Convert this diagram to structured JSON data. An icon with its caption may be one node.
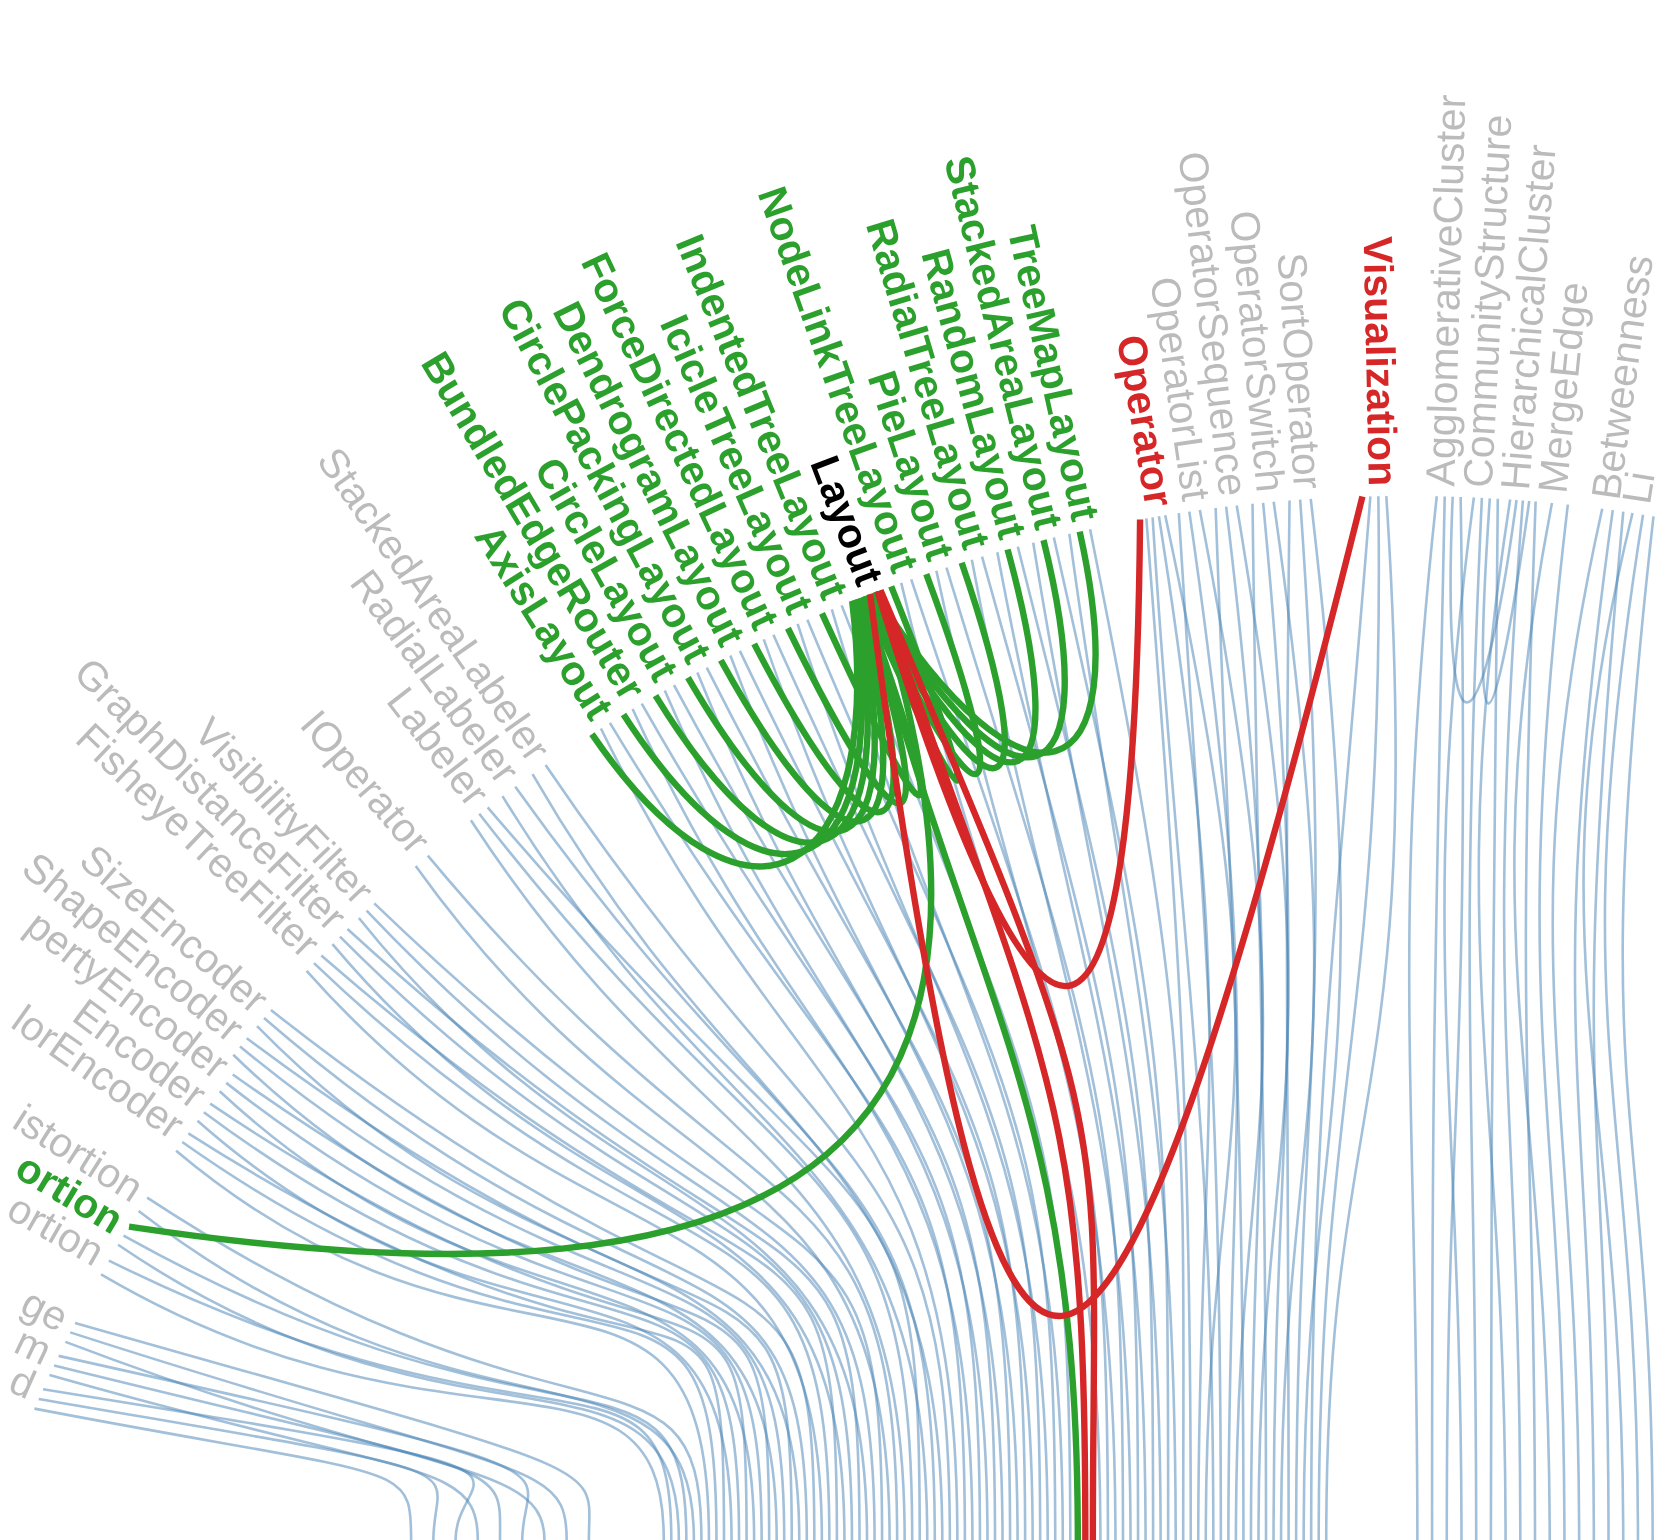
{
  "diagram": {
    "nodes": [
      {
        "text": [
          "d"
        ]
      },
      {
        "text": [
          "m"
        ]
      },
      {
        "text": [
          "ge"
        ]
      },
      {
        "text": [
          "ortion"
        ]
      },
      {
        "text": [
          "ortion"
        ]
      },
      {
        "text": [
          "istortion"
        ]
      },
      {
        "text": [
          "lorEncoder"
        ]
      },
      {
        "text": [
          "Encoder"
        ]
      },
      {
        "text": [
          "pertyEncoder"
        ]
      },
      {
        "text": [
          "ShapeEncoder"
        ]
      },
      {
        "text": [
          "SizeEncoder"
        ]
      },
      {
        "text": [
          "FisheyeTreeFilter"
        ]
      },
      {
        "text": [
          "GraphDistanceFilter"
        ]
      },
      {
        "text": [
          "VisibilityFilter"
        ]
      },
      {
        "text": [
          "IOperator"
        ]
      },
      {
        "text": [
          "Labeler"
        ]
      },
      {
        "text": [
          "RadialLabeler"
        ]
      },
      {
        "text": [
          "StackedAreaLabeler"
        ]
      },
      {
        "text": [
          "AxisLayout"
        ]
      },
      {
        "text": [
          "BundledEdgeRouter"
        ]
      },
      {
        "text": [
          "CircleLayout"
        ]
      },
      {
        "text": [
          "CirclePackingLayout"
        ]
      },
      {
        "text": [
          "DendrogramLayout"
        ]
      },
      {
        "text": [
          "ForceDirectedLayout"
        ]
      },
      {
        "text": [
          "IcicleTreeLayout"
        ]
      },
      {
        "text": [
          "IndentedTreeLayout"
        ]
      },
      {
        "text": [
          "Layout"
        ]
      },
      {
        "text": [
          "NodeLinkTreeLayout"
        ]
      },
      {
        "text": [
          "PieLayout"
        ]
      },
      {
        "text": [
          "RadialTreeLayout"
        ]
      },
      {
        "text": [
          "RandomLayout"
        ]
      },
      {
        "text": [
          "StackedAreaLayout"
        ]
      },
      {
        "text": [
          "TreeMapLayout"
        ]
      },
      {
        "text": [
          "Operator"
        ]
      },
      {
        "text": [
          "OperatorList"
        ]
      },
      {
        "text": [
          "OperatorSequence"
        ]
      },
      {
        "text": [
          "OperatorSwitch"
        ]
      },
      {
        "text": [
          "SortOperator"
        ]
      },
      {
        "text": [
          "Visualization"
        ]
      },
      {
        "text": [
          "AgglomerativeCluster"
        ]
      },
      {
        "text": [
          "CommunityStructure"
        ]
      },
      {
        "text": [
          "HierarchicalCluster"
        ]
      },
      {
        "text": [
          "MergeEdge"
        ]
      },
      {
        "text": [
          "Betweenness"
        ]
      },
      {
        "text": [
          "Li"
        ]
      }
    ],
    "edges": [
      {
        "from": 0,
        "to": null,
        "arrow": "none"
      },
      {
        "from": 0,
        "to": null,
        "arrow": "none"
      },
      {
        "from": 0,
        "to": null,
        "arrow": "none"
      },
      {
        "from": 1,
        "to": null,
        "arrow": "none"
      },
      {
        "from": 1,
        "to": null,
        "arrow": "none"
      },
      {
        "from": 1,
        "to": null,
        "arrow": "none"
      },
      {
        "from": 2,
        "to": null,
        "arrow": "none"
      },
      {
        "from": 2,
        "to": null,
        "arrow": "none"
      },
      {
        "from": 2,
        "to": null,
        "arrow": "none"
      },
      {
        "from": 3,
        "to": null,
        "arrow": "none"
      },
      {
        "from": 3,
        "to": null,
        "arrow": "none"
      },
      {
        "from": 4,
        "to": null,
        "arrow": "none"
      },
      {
        "from": 4,
        "to": null,
        "arrow": "none"
      },
      {
        "from": 5,
        "to": null,
        "arrow": "none"
      },
      {
        "from": 5,
        "to": null,
        "arrow": "none"
      },
      {
        "from": 6,
        "to": null,
        "arrow": "none"
      },
      {
        "from": 6,
        "to": null,
        "arrow": "none"
      },
      {
        "from": 6,
        "to": null,
        "arrow": "none"
      },
      {
        "from": 7,
        "to": null,
        "arrow": "none"
      },
      {
        "from": 7,
        "to": null,
        "arrow": "none"
      },
      {
        "from": 7,
        "to": null,
        "arrow": "none"
      },
      {
        "from": 8,
        "to": null,
        "arrow": "none"
      },
      {
        "from": 8,
        "to": null,
        "arrow": "none"
      },
      {
        "from": 8,
        "to": null,
        "arrow": "none"
      },
      {
        "from": 9,
        "to": null,
        "arrow": "none"
      },
      {
        "from": 9,
        "to": null,
        "arrow": "none"
      },
      {
        "from": 9,
        "to": null,
        "arrow": "none"
      },
      {
        "from": 10,
        "to": null,
        "arrow": "none"
      },
      {
        "from": 10,
        "to": null,
        "arrow": "none"
      },
      {
        "from": 10,
        "to": null,
        "arrow": "none"
      },
      {
        "from": 11,
        "to": null,
        "arrow": "none"
      },
      {
        "from": 11,
        "to": null,
        "arrow": "none"
      },
      {
        "from": 11,
        "to": null,
        "arrow": "none"
      },
      {
        "from": 12,
        "to": null,
        "arrow": "none"
      },
      {
        "from": 12,
        "to": null,
        "arrow": "none"
      },
      {
        "from": 12,
        "to": null,
        "arrow": "none"
      },
      {
        "from": 13,
        "to": null,
        "arrow": "none"
      },
      {
        "from": 13,
        "to": null,
        "arrow": "none"
      },
      {
        "from": 13,
        "to": null,
        "arrow": "none"
      },
      {
        "from": 14,
        "to": null,
        "arrow": "none"
      },
      {
        "from": 14,
        "to": null,
        "arrow": "none"
      },
      {
        "from": 15,
        "to": null,
        "arrow": "none"
      },
      {
        "from": 15,
        "to": null,
        "arrow": "none"
      },
      {
        "from": 15,
        "to": null,
        "arrow": "none"
      },
      {
        "from": 16,
        "to": null,
        "arrow": "none"
      },
      {
        "from": 16,
        "to": null,
        "arrow": "none"
      },
      {
        "from": 17,
        "to": null,
        "arrow": "none"
      },
      {
        "from": 17,
        "to": null,
        "arrow": "none"
      },
      {
        "from": 18,
        "to": null,
        "arrow": "none"
      },
      {
        "from": 18,
        "to": null,
        "arrow": "none"
      },
      {
        "from": 19,
        "to": null,
        "arrow": "none"
      },
      {
        "from": 19,
        "to": null,
        "arrow": "none"
      },
      {
        "from": 20,
        "to": null,
        "arrow": "none"
      },
      {
        "from": 20,
        "to": null,
        "arrow": "none"
      },
      {
        "from": 21,
        "to": null,
        "arrow": "none"
      },
      {
        "from": 21,
        "to": null,
        "arrow": "none"
      },
      {
        "from": 22,
        "to": null,
        "arrow": "none"
      },
      {
        "from": 22,
        "to": null,
        "arrow": "none"
      },
      {
        "from": 23,
        "to": null,
        "arrow": "none"
      },
      {
        "from": 23,
        "to": null,
        "arrow": "none"
      },
      {
        "from": 24,
        "to": null,
        "arrow": "none"
      },
      {
        "from": 24,
        "to": null,
        "arrow": "none"
      },
      {
        "from": 25,
        "to": null,
        "arrow": "none"
      },
      {
        "from": 25,
        "to": null,
        "arrow": "none"
      },
      {
        "from": 27,
        "to": null,
        "arrow": "none"
      },
      {
        "from": 27,
        "to": null,
        "arrow": "none"
      },
      {
        "from": 28,
        "to": null,
        "arrow": "none"
      },
      {
        "from": 28,
        "to": null,
        "arrow": "none"
      },
      {
        "from": 29,
        "to": null,
        "arrow": "none"
      },
      {
        "from": 29,
        "to": null,
        "arrow": "none"
      },
      {
        "from": 30,
        "to": null,
        "arrow": "none"
      },
      {
        "from": 30,
        "to": null,
        "arrow": "none"
      },
      {
        "from": 31,
        "to": null,
        "arrow": "none"
      },
      {
        "from": 31,
        "to": null,
        "arrow": "none"
      },
      {
        "from": 32,
        "to": null,
        "arrow": "none"
      },
      {
        "from": 32,
        "to": null,
        "arrow": "none"
      },
      {
        "from": 33,
        "to": null,
        "arrow": "none"
      },
      {
        "from": 33,
        "to": null,
        "arrow": "none"
      },
      {
        "from": 33,
        "to": null,
        "arrow": "none"
      },
      {
        "from": 33,
        "to": null,
        "arrow": "none"
      },
      {
        "from": 34,
        "to": null,
        "arrow": "none"
      },
      {
        "from": 34,
        "to": null,
        "arrow": "none"
      },
      {
        "from": 34,
        "to": null,
        "arrow": "none"
      },
      {
        "from": 35,
        "to": null,
        "arrow": "none"
      },
      {
        "from": 35,
        "to": null,
        "arrow": "none"
      },
      {
        "from": 35,
        "to": null,
        "arrow": "none"
      },
      {
        "from": 36,
        "to": null,
        "arrow": "none"
      },
      {
        "from": 36,
        "to": null,
        "arrow": "none"
      },
      {
        "from": 36,
        "to": null,
        "arrow": "none"
      },
      {
        "from": 37,
        "to": null,
        "arrow": "none"
      },
      {
        "from": 37,
        "to": null,
        "arrow": "none"
      },
      {
        "from": 37,
        "to": null,
        "arrow": "none"
      },
      {
        "from": 38,
        "to": null,
        "arrow": "none"
      },
      {
        "from": 38,
        "to": null,
        "arrow": "none"
      },
      {
        "from": 38,
        "to": null,
        "arrow": "none"
      },
      {
        "from": 39,
        "to": null,
        "arrow": "none"
      },
      {
        "from": 39,
        "to": null,
        "arrow": "none"
      },
      {
        "from": 39,
        "to": null,
        "arrow": "none"
      },
      {
        "from": 40,
        "to": null,
        "arrow": "none"
      },
      {
        "from": 40,
        "to": null,
        "arrow": "none"
      },
      {
        "from": 40,
        "to": null,
        "arrow": "none"
      },
      {
        "from": 41,
        "to": null,
        "arrow": "none"
      },
      {
        "from": 41,
        "to": null,
        "arrow": "none"
      },
      {
        "from": 41,
        "to": null,
        "arrow": "none"
      },
      {
        "from": 42,
        "to": null,
        "arrow": "none"
      },
      {
        "from": 42,
        "to": null,
        "arrow": "none"
      },
      {
        "from": 43,
        "to": null,
        "arrow": "none"
      },
      {
        "from": 43,
        "to": null,
        "arrow": "none"
      },
      {
        "from": 43,
        "to": null,
        "arrow": "none"
      },
      {
        "from": 44,
        "to": null,
        "arrow": "none"
      },
      {
        "from": 44,
        "to": null,
        "arrow": "none"
      },
      {
        "from": 44,
        "to": null,
        "arrow": "none"
      },
      {
        "from": 39,
        "to": 41,
        "arrow": "none"
      },
      {
        "from": 40,
        "to": 41,
        "arrow": "none"
      },
      {
        "from": 18,
        "to": 26,
        "arrow": "none",
        "style": "thick",
        "color": "#2ca02c"
      },
      {
        "from": 19,
        "to": 26,
        "arrow": "none",
        "style": "thick",
        "color": "#2ca02c"
      },
      {
        "from": 20,
        "to": 26,
        "arrow": "none",
        "style": "thick",
        "color": "#2ca02c"
      },
      {
        "from": 21,
        "to": 26,
        "arrow": "none",
        "style": "thick",
        "color": "#2ca02c"
      },
      {
        "from": 22,
        "to": 26,
        "arrow": "none",
        "style": "thick",
        "color": "#2ca02c"
      },
      {
        "from": 23,
        "to": 26,
        "arrow": "none",
        "style": "thick",
        "color": "#2ca02c"
      },
      {
        "from": 24,
        "to": 26,
        "arrow": "none",
        "style": "thick",
        "color": "#2ca02c"
      },
      {
        "from": 25,
        "to": 26,
        "arrow": "none",
        "style": "thick",
        "color": "#2ca02c"
      },
      {
        "from": 27,
        "to": 26,
        "arrow": "none",
        "style": "thick",
        "color": "#2ca02c"
      },
      {
        "from": 28,
        "to": 26,
        "arrow": "none",
        "style": "thick",
        "color": "#2ca02c"
      },
      {
        "from": 29,
        "to": 26,
        "arrow": "none",
        "style": "thick",
        "color": "#2ca02c"
      },
      {
        "from": 30,
        "to": 26,
        "arrow": "none",
        "style": "thick",
        "color": "#2ca02c"
      },
      {
        "from": 31,
        "to": 26,
        "arrow": "none",
        "style": "thick",
        "color": "#2ca02c"
      },
      {
        "from": 32,
        "to": 26,
        "arrow": "none",
        "style": "thick",
        "color": "#2ca02c"
      },
      {
        "from": 4,
        "to": 26,
        "arrow": "none",
        "style": "thick",
        "color": "#2ca02c"
      },
      {
        "from": null,
        "to": 26,
        "arrow": "none",
        "style": "thick",
        "color": "#2ca02c"
      },
      {
        "from": 26,
        "to": 33,
        "arrow": "none",
        "style": "thick",
        "color": "#d62728"
      },
      {
        "from": 26,
        "to": 38,
        "arrow": "none",
        "style": "thick",
        "color": "#d62728"
      },
      {
        "from": 26,
        "to": null,
        "arrow": "none",
        "style": "thick",
        "color": "#d62728"
      },
      {
        "from": 26,
        "to": null,
        "arrow": "none",
        "style": "thick",
        "color": "#d62728"
      }
    ]
  }
}
